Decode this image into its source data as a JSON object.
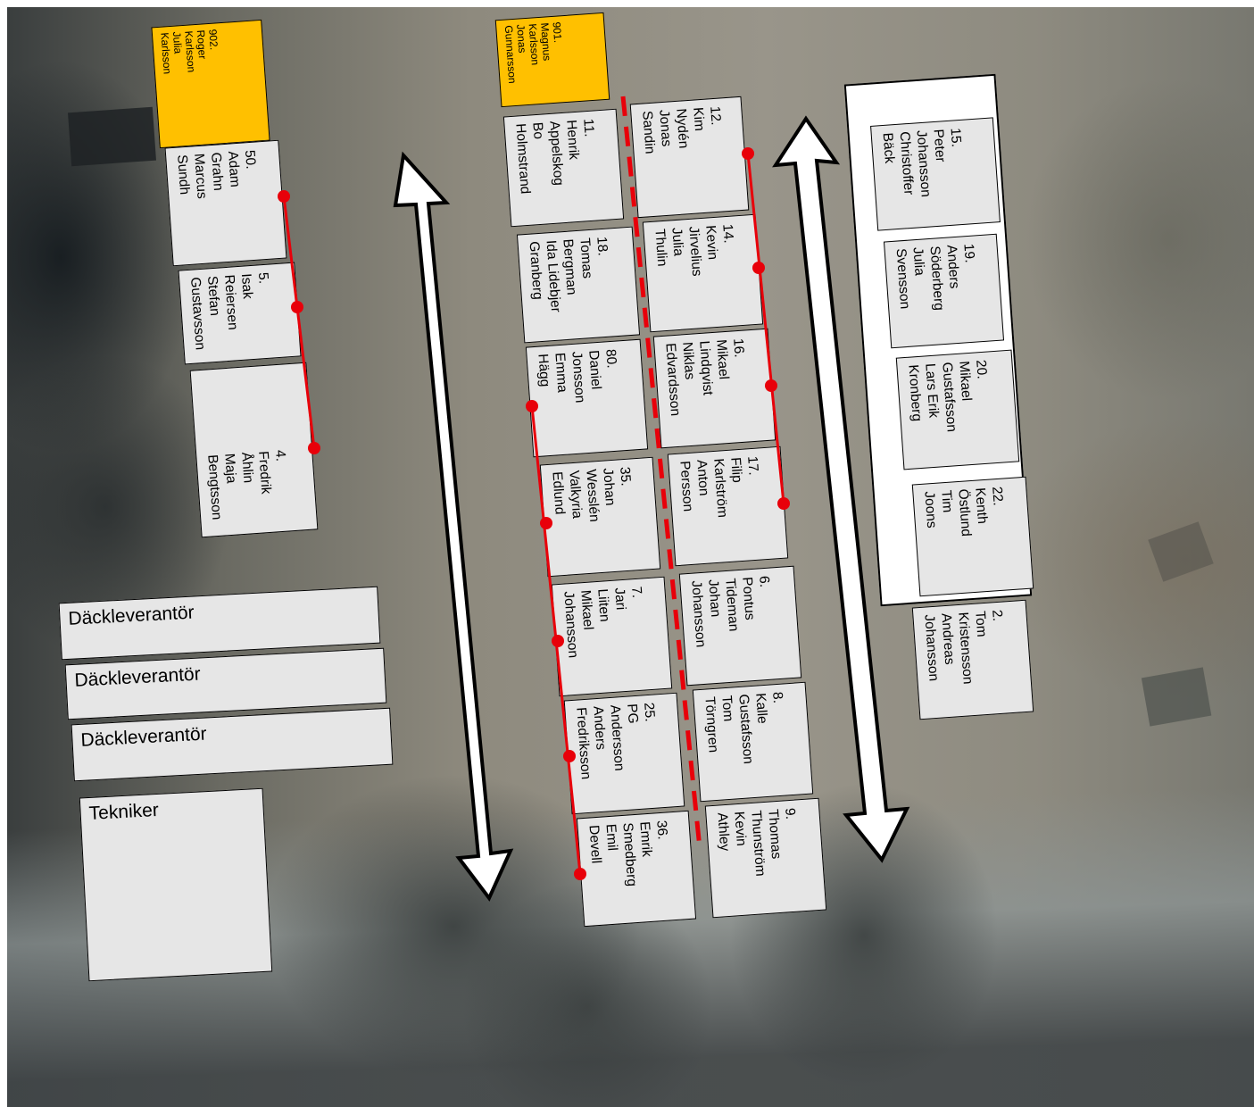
{
  "background": {
    "image": "aerial-photo",
    "colors": {
      "grass": "#8e8a7e",
      "road": "#8c9494",
      "trees": "#2d3232"
    }
  },
  "colors": {
    "stall": "#e6e6e6",
    "reserved_stall": "#ffc000",
    "border": "#000000",
    "power_line": "#e8000a",
    "arrow": "#ffffff"
  },
  "stalls": {
    "s902": {
      "line1": "902.",
      "line2": "Roger",
      "line3": "Karlsson",
      "line4": "Julia",
      "line5": "Karlsson"
    },
    "s50": {
      "line1": "50.",
      "line2": "Adam",
      "line3": "Grahn",
      "line4": "Marcus",
      "line5": "Sundh"
    },
    "s5": {
      "line1": "5.",
      "line2": "Isak",
      "line3": "Reiersen",
      "line4": "Stefan",
      "line5": "Gustavsson"
    },
    "s4": {
      "line1": "4.",
      "line2": "Fredrik",
      "line3": "Åhlin",
      "line4": "Maja",
      "line5": "Bengtsson"
    },
    "s901": {
      "line1": "901.",
      "line2": "Magnus",
      "line3": "Karlsson",
      "line4": "Jonas",
      "line5": "Gunnarsson"
    },
    "s11": {
      "line1": "11.",
      "line2": "Henrik",
      "line3": "Appelskog",
      "line4": "Bo",
      "line5": "Holmstrand"
    },
    "s12": {
      "line1": "12.",
      "line2": "Kim",
      "line3": "Nydén",
      "line4": "Jonas",
      "line5": "Sandin"
    },
    "s18": {
      "line1": "18.",
      "line2": "Tomas",
      "line3": "Bergman",
      "line4": "Ida Lidebjer",
      "line5": "Granberg"
    },
    "s14": {
      "line1": "14.",
      "line2": "Kevin",
      "line3": "Jirvelius",
      "line4": "Julia",
      "line5": "Thulin"
    },
    "s80": {
      "line1": "80.",
      "line2": "Daniel",
      "line3": "Jonsson",
      "line4": "Emma",
      "line5": "Hägg"
    },
    "s16": {
      "line1": "16.",
      "line2": "Mikael",
      "line3": "Lindqvist",
      "line4": "Niklas",
      "line5": "Edvardsson"
    },
    "s35": {
      "line1": "35.",
      "line2": "Johan",
      "line3": "Wesslén",
      "line4": "Valkyria",
      "line5": "Edlund"
    },
    "s17": {
      "line1": "17.",
      "line2": "Filip",
      "line3": "Karlström",
      "line4": "Anton",
      "line5": "Persson"
    },
    "s7": {
      "line1": "7.",
      "line2": "Jari",
      "line3": "Liiten",
      "line4": "Mikael",
      "line5": "Johansson"
    },
    "s6": {
      "line1": "6.",
      "line2": "Pontus",
      "line3": "Tideman",
      "line4": "Johan",
      "line5": "Johansson"
    },
    "s25": {
      "line1": "25.",
      "line2": "PG",
      "line3": "Andersson",
      "line4": "Anders",
      "line5": "Fredriksson"
    },
    "s8": {
      "line1": "8.",
      "line2": "Kalle",
      "line3": "Gustafsson",
      "line4": "Tom",
      "line5": "Törngren"
    },
    "s36": {
      "line1": "36.",
      "line2": "Emrik",
      "line3": "Smedberg",
      "line4": "Emil",
      "line5": "Devell"
    },
    "s9": {
      "line1": "9.",
      "line2": "Thomas",
      "line3": "Thunström",
      "line4": "Kevin",
      "line5": "Athley"
    },
    "s15": {
      "line1": "15.",
      "line2": "Peter",
      "line3": "Johansson",
      "line4": "Christoffer",
      "line5": "Bäck"
    },
    "s19": {
      "line1": "19.",
      "line2": "Anders",
      "line3": "Söderberg",
      "line4": "Julia",
      "line5": "Svensson"
    },
    "s20": {
      "line1": "20.",
      "line2": "Mikael",
      "line3": "Gustafsson",
      "line4": "Lars Erik",
      "line5": "Kronberg"
    },
    "s22": {
      "line1": "22.",
      "line2": "Kenth",
      "line3": "Östlund",
      "line4": "Tim",
      "line5": "Joons"
    },
    "s2": {
      "line1": "2.",
      "line2": "Tom",
      "line3": "Kristensson",
      "line4": "Andreas",
      "line5": "Johansson"
    }
  },
  "labels": {
    "tire_supplier_1": "Däckleverantör",
    "tire_supplier_2": "Däckleverantör",
    "tire_supplier_3": "Däckleverantör",
    "technician": "Tekniker"
  }
}
